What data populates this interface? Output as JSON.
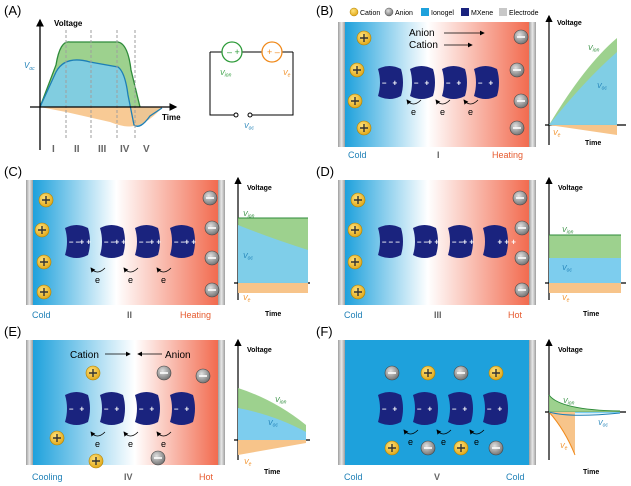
{
  "panel_labels": {
    "a": "(A)",
    "b": "(B)",
    "c": "(C)",
    "d": "(D)",
    "e": "(E)",
    "f": "(F)"
  },
  "legend": {
    "cation": "Cation",
    "anion": "Anion",
    "ionogel": "Ionogel",
    "mxene": "MXene",
    "electrode": "Electrode"
  },
  "axis": {
    "voltage": "Voltage",
    "time": "Time"
  },
  "stages": {
    "i": "I",
    "ii": "II",
    "iii": "III",
    "iv": "IV",
    "v": "V"
  },
  "symbols": {
    "v_ion": "V",
    "v_ion_sub": "ion",
    "v_e": "V",
    "v_e_sub": "e",
    "v_oc": "V",
    "v_oc_sub": "oc"
  },
  "conditions": {
    "cold": "Cold",
    "heating": "Heating",
    "hot": "Hot",
    "cooling": "Cooling"
  },
  "flow": {
    "anion": "Anion",
    "cation": "Cation"
  },
  "electron": "e",
  "colors": {
    "ionogel": "#1ea1dc",
    "mxene": "#1a237e",
    "cation": "#f2c12e",
    "anion": "#8c8c8c",
    "hot": "#f26b4f",
    "green": "#8cc97a",
    "blue": "#7dcdee",
    "orange": "#f7c48a"
  }
}
